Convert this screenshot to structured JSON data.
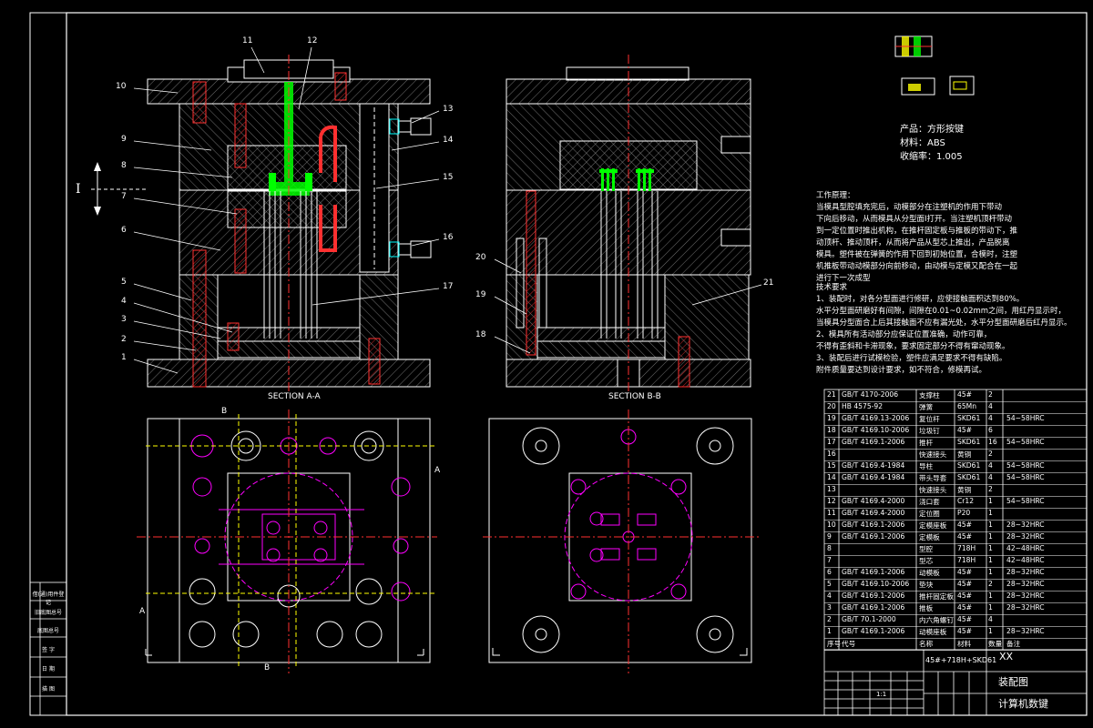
{
  "product": {
    "product_line": "产品：方形按键",
    "material_line": "材料：ABS",
    "shrink_line": "收缩率：1.005"
  },
  "sections": {
    "aa": "SECTION A-A",
    "bb": "SECTION B-B"
  },
  "section_markers": {
    "a": "A",
    "b": "B",
    "i": "I"
  },
  "callouts_left": [
    "1",
    "2",
    "3",
    "4",
    "5",
    "6",
    "7",
    "8",
    "9",
    "10",
    "11",
    "12",
    "13",
    "14",
    "15",
    "16",
    "17"
  ],
  "callouts_right": [
    "18",
    "19",
    "20",
    "21"
  ],
  "working_process": {
    "title": "工作原理：",
    "lines": [
      "当模具型腔填充完后，动模部分在注塑机的作用下带动",
      "下向后移动，从而模具从分型面Ⅰ打开。当注塑机顶杆带动",
      "到一定位置时推出机构，在推杆固定板与推板的带动下，推",
      "动顶杆、推动顶杆，从而将产品从型芯上推出，产品脱离",
      "模具。塑件被在弹簧的作用下回到初始位置，合模时，注塑",
      "机推板带动动模部分向前移动，由动模与定模又配合在一起",
      "进行下一次成型"
    ]
  },
  "technical_requirements": {
    "title": "技术要求",
    "lines": [
      "1、装配时，对各分型面进行修研，应使接触面积达到80%。",
      "水平分型面研磨好有间隙，间隙在0.01~0.02mm之间，用红丹显示时，",
      "当模具分型面合上后其接触面不应有漏光处，水平分型面研磨后红丹显示。",
      "2、模具所有活动部分应保证位置准确，动作可靠，",
      "不得有歪斜和卡滞现象，要求固定部分不得有窜动现象。",
      "3、装配后进行试模检验，塑件应满足要求不得有缺陷。",
      "附件质量要达到设计要求，如不符合，修模再试。"
    ]
  },
  "bom": {
    "rows": [
      {
        "no": "21",
        "code": "GB/T 4170-2006",
        "name": "支撑柱",
        "material": "45#",
        "qty": "2",
        "note": ""
      },
      {
        "no": "20",
        "code": "HB 4575-92",
        "name": "弹簧",
        "material": "65Mn",
        "qty": "4",
        "note": ""
      },
      {
        "no": "19",
        "code": "GB/T 4169.13-2006",
        "name": "复位杆",
        "material": "SKD61",
        "qty": "4",
        "note": "54~58HRC"
      },
      {
        "no": "18",
        "code": "GB/T 4169.10-2006",
        "name": "垃圾钉",
        "material": "45#",
        "qty": "6",
        "note": ""
      },
      {
        "no": "17",
        "code": "GB/T 4169.1-2006",
        "name": "推杆",
        "material": "SKD61",
        "qty": "16",
        "note": "54~58HRC"
      },
      {
        "no": "16",
        "code": "",
        "name": "快速接头",
        "material": "黄铜",
        "qty": "2",
        "note": ""
      },
      {
        "no": "15",
        "code": "GB/T 4169.4-1984",
        "name": "导柱",
        "material": "SKD61",
        "qty": "4",
        "note": "54~58HRC"
      },
      {
        "no": "14",
        "code": "GB/T 4169.4-1984",
        "name": "带头导套",
        "material": "SKD61",
        "qty": "4",
        "note": "54~58HRC"
      },
      {
        "no": "13",
        "code": "",
        "name": "快速接头",
        "material": "黄铜",
        "qty": "2",
        "note": ""
      },
      {
        "no": "12",
        "code": "GB/T 4169.4-2000",
        "name": "浇口套",
        "material": "Cr12",
        "qty": "1",
        "note": "54~58HRC"
      },
      {
        "no": "11",
        "code": "GB/T 4169.4-2000",
        "name": "定位圈",
        "material": "P20",
        "qty": "1",
        "note": ""
      },
      {
        "no": "10",
        "code": "GB/T 4169.1-2006",
        "name": "定模座板",
        "material": "45#",
        "qty": "1",
        "note": "28~32HRC"
      },
      {
        "no": "9",
        "code": "GB/T 4169.1-2006",
        "name": "定模板",
        "material": "45#",
        "qty": "1",
        "note": "28~32HRC"
      },
      {
        "no": "8",
        "code": "",
        "name": "型腔",
        "material": "718H",
        "qty": "1",
        "note": "42~48HRC"
      },
      {
        "no": "7",
        "code": "",
        "name": "型芯",
        "material": "718H",
        "qty": "1",
        "note": "42~48HRC"
      },
      {
        "no": "6",
        "code": "GB/T 4169.1-2006",
        "name": "动模板",
        "material": "45#",
        "qty": "1",
        "note": "28~32HRC"
      },
      {
        "no": "5",
        "code": "GB/T 4169.10-2006",
        "name": "垫块",
        "material": "45#",
        "qty": "2",
        "note": "28~32HRC"
      },
      {
        "no": "4",
        "code": "GB/T 4169.1-2006",
        "name": "推杆固定板",
        "material": "45#",
        "qty": "1",
        "note": "28~32HRC"
      },
      {
        "no": "3",
        "code": "GB/T 4169.1-2006",
        "name": "推板",
        "material": "45#",
        "qty": "1",
        "note": "28~32HRC"
      },
      {
        "no": "2",
        "code": "GB/T 70.1-2000",
        "name": "内六角螺钉",
        "material": "45#",
        "qty": "4",
        "note": ""
      },
      {
        "no": "1",
        "code": "GB/T 4169.1-2006",
        "name": "动模座板",
        "material": "45#",
        "qty": "1",
        "note": "28~32HRC"
      }
    ],
    "header": {
      "no": "序号",
      "code": "代号",
      "name": "名称",
      "material": "材料",
      "qty": "数量",
      "note": "备注"
    }
  },
  "title_block": {
    "material_main": "45#+718H+SKD61",
    "company": "XX",
    "drawing_name": "装配图",
    "school": "计算机数键",
    "scale": "1:1"
  },
  "side_labels": [
    "借(通)用件登记",
    "旧底图总号",
    "底图总号",
    "签 字",
    "日 期",
    "描 图"
  ],
  "colors": {
    "bg": "#000000",
    "line": "#ffffff",
    "magenta": "#ff00ff",
    "yellow": "#ffff00",
    "green": "#00ff00",
    "red": "#ff2a2a",
    "hatch": "#9a9a9a",
    "cyan": "#00ffff"
  }
}
